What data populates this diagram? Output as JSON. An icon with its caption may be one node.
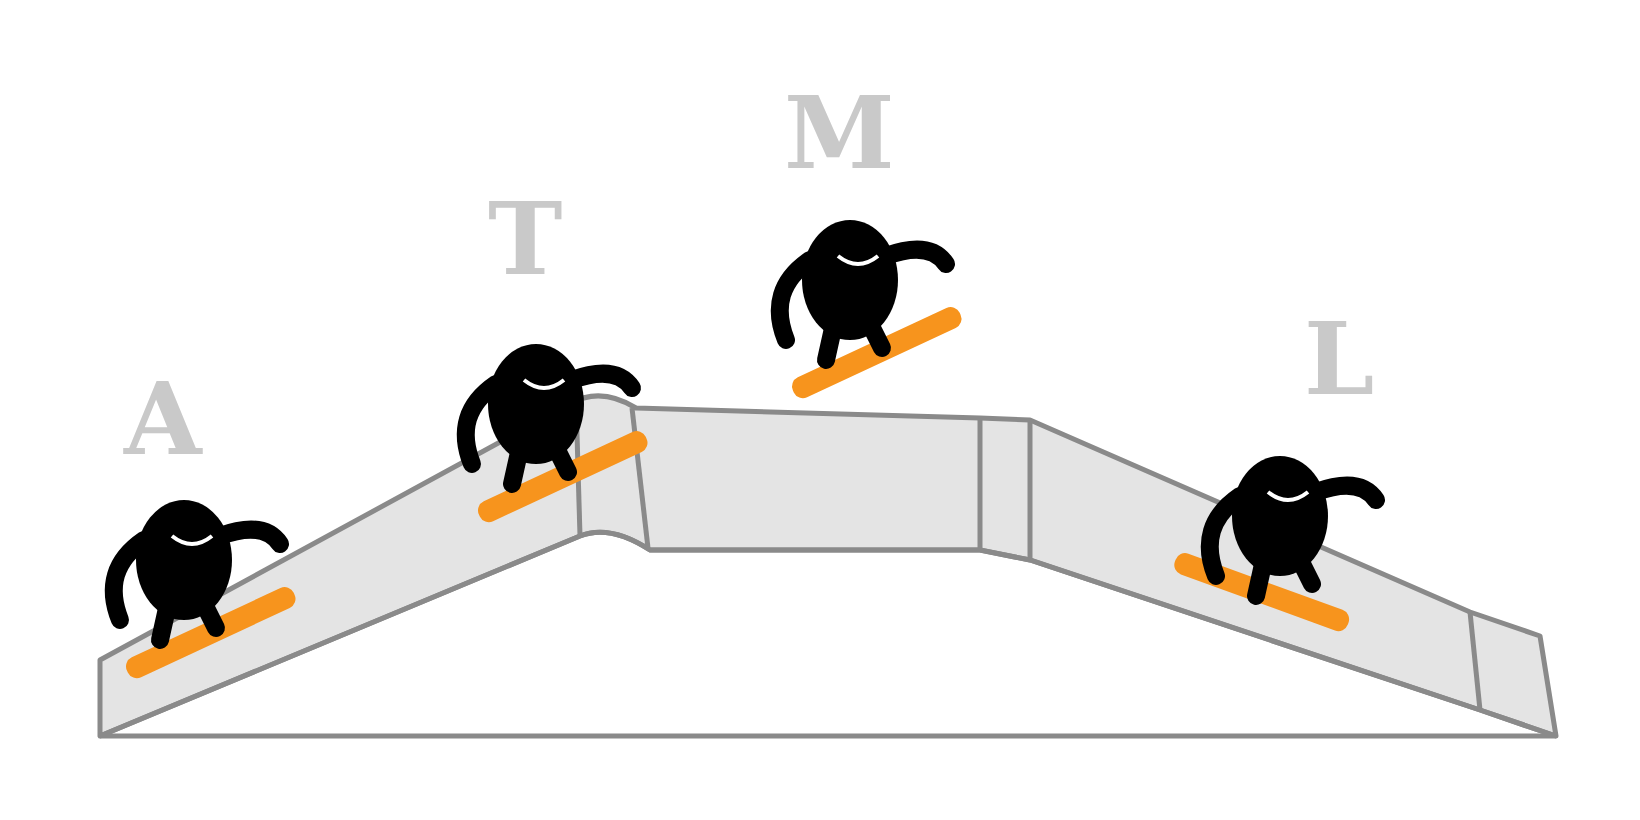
{
  "diagram": {
    "labels": [
      "A",
      "T",
      "M",
      "L"
    ]
  }
}
